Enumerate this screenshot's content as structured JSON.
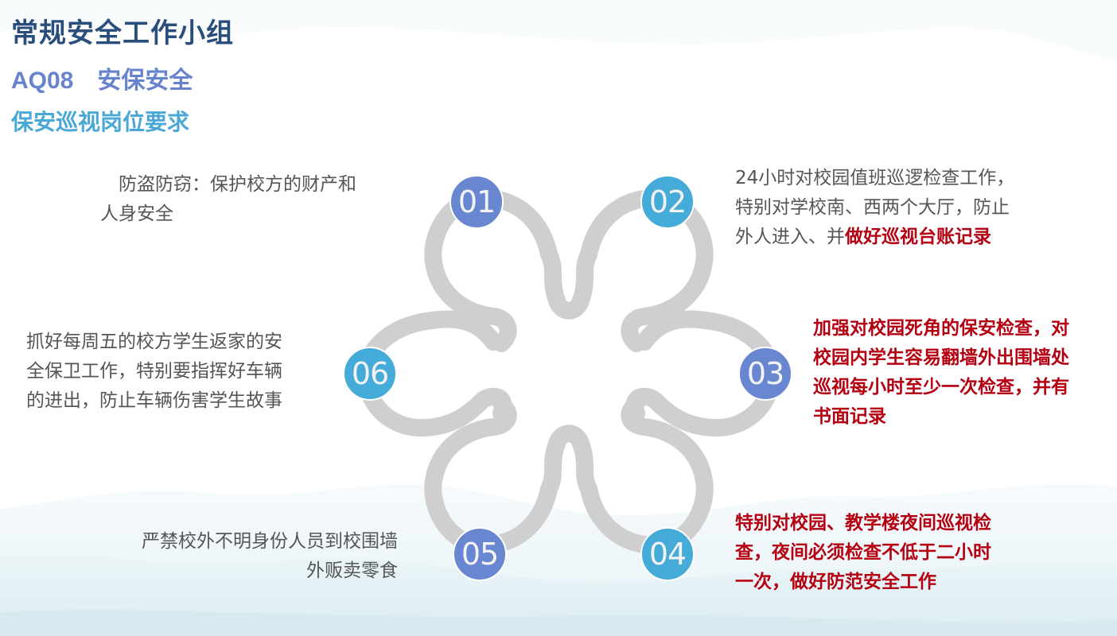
{
  "header": {
    "title": "常规安全工作小组",
    "subtitle_code": "AQ08",
    "subtitle_text": "安保安全",
    "section_title": "保安巡视岗位要求"
  },
  "colors": {
    "title": "#2a4e7c",
    "subtitle": "#6783cc",
    "section": "#49a8d6",
    "badge_dark": "#6987d0",
    "badge_light": "#45abd9",
    "loop_stroke": "#d0cfd0",
    "body_text": "#555555",
    "highlight_text": "#b40010"
  },
  "items": [
    {
      "number": "01",
      "line1": "　防盗防窃：保护校方的财产和",
      "line2": "人身安全"
    },
    {
      "number": "02",
      "line1": "24小时对校园值班巡逻检查工作，",
      "line2": "特别对学校南、西两个大厅，防止",
      "line3_normal": "外人进入、并",
      "line3_highlight": "做好巡视台账记录"
    },
    {
      "number": "03",
      "line1": "加强对校园死角的保安检查，对",
      "line2": "校园内学生容易翻墙外出围墙处",
      "line3": "巡视每小时至少一次检查，并有",
      "line4": "书面记录"
    },
    {
      "number": "04",
      "line1": "特别对校园、教学楼夜间巡视检",
      "line2": "查，夜间必须检查不低于二小时",
      "line3": "一次，做好防范安全工作"
    },
    {
      "number": "05",
      "line1": "严禁校外不明身份人员到校围墙",
      "line2": "外贩卖零食"
    },
    {
      "number": "06",
      "line1": "抓好每周五的校方学生返家的安",
      "line2": "全保卫工作，特别要指挥好车辆",
      "line3": "的进出，防止车辆伤害学生故事"
    }
  ]
}
